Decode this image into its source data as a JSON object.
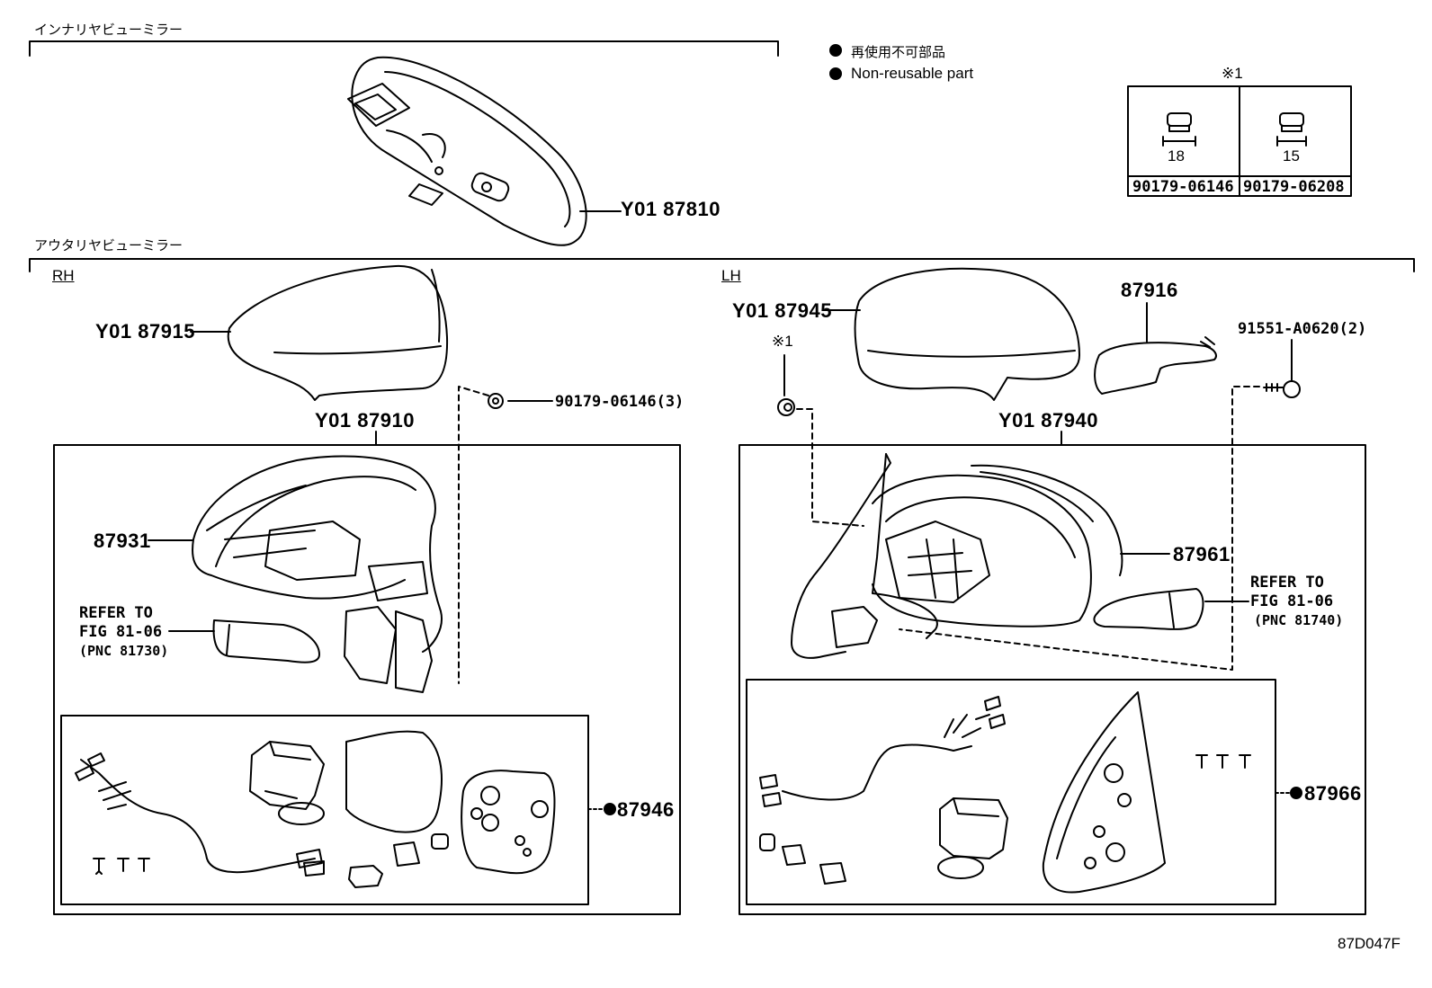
{
  "sections": {
    "inner_title": "インナリヤビューミラー",
    "outer_title": "アウタリヤビューミラー"
  },
  "legend": {
    "jp": "再使用不可部品",
    "en": "Non-reusable part"
  },
  "clip_table": {
    "note": "※1",
    "col1": {
      "dimension": "18",
      "part_no": "90179-06146"
    },
    "col2": {
      "dimension": "15",
      "part_no": "90179-06208"
    }
  },
  "side_labels": {
    "rh": "RH",
    "lh": "LH"
  },
  "parts": {
    "inner_mirror": "Y01 87810",
    "rh_cover": "Y01 87915",
    "rh_nut": "90179-06146(3)",
    "rh_assembly": "Y01 87910",
    "rh_housing": "87931",
    "rh_ref_line1": "REFER TO",
    "rh_ref_line2": "FIG 81-06",
    "rh_ref_line3": "(PNC 81730)",
    "rh_kit": "87946",
    "lh_cover": "Y01 87945",
    "lh_clip_note": "※1",
    "lh_cover_piece": "87916",
    "lh_screw": "91551-A0620(2)",
    "lh_assembly": "Y01 87940",
    "lh_housing": "87961",
    "lh_ref_line1": "REFER TO",
    "lh_ref_line2": "FIG 81-06",
    "lh_ref_line3": "(PNC 81740)",
    "lh_kit": "87966"
  },
  "figure_code": "87D047F",
  "icons": {
    "non_reusable": "filled-circle-icon"
  },
  "colors": {
    "line": "#000000",
    "background": "#ffffff"
  }
}
